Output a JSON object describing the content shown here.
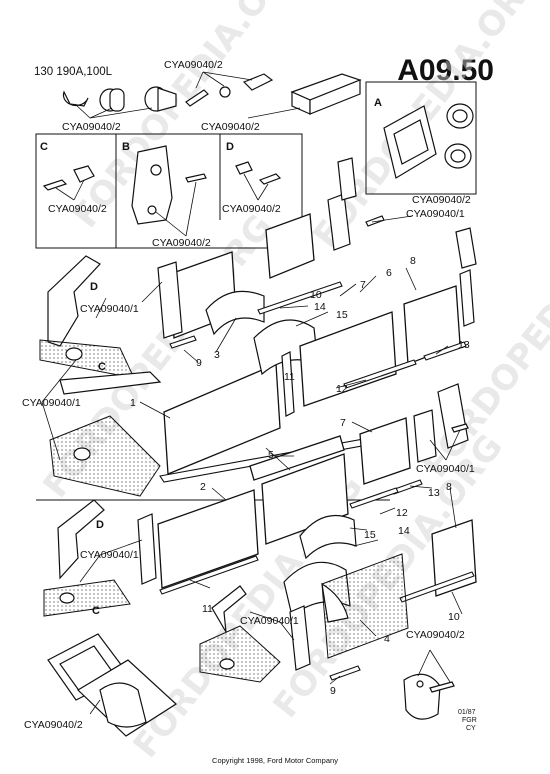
{
  "header": {
    "title": "A09.50",
    "model": "130 190A,100L"
  },
  "watermark": "FORDOPEDIA.ORG",
  "codes": {
    "c2": "CYA09040/2",
    "c1": "CYA09040/1"
  },
  "letters": {
    "a": "A",
    "b": "B",
    "c": "C",
    "d": "D"
  },
  "callouts": {
    "n1": "1",
    "n2": "2",
    "n3": "3",
    "n4": "4",
    "n5": "5",
    "n6": "6",
    "n7": "7",
    "n8": "8",
    "n9": "9",
    "n10": "10",
    "n11": "11",
    "n12": "12",
    "n13": "13",
    "n14": "14",
    "n15": "15"
  },
  "drawing_code": [
    "01/87",
    "FGR",
    "CY"
  ],
  "copyright": "Copyright 1998, Ford Motor Company"
}
